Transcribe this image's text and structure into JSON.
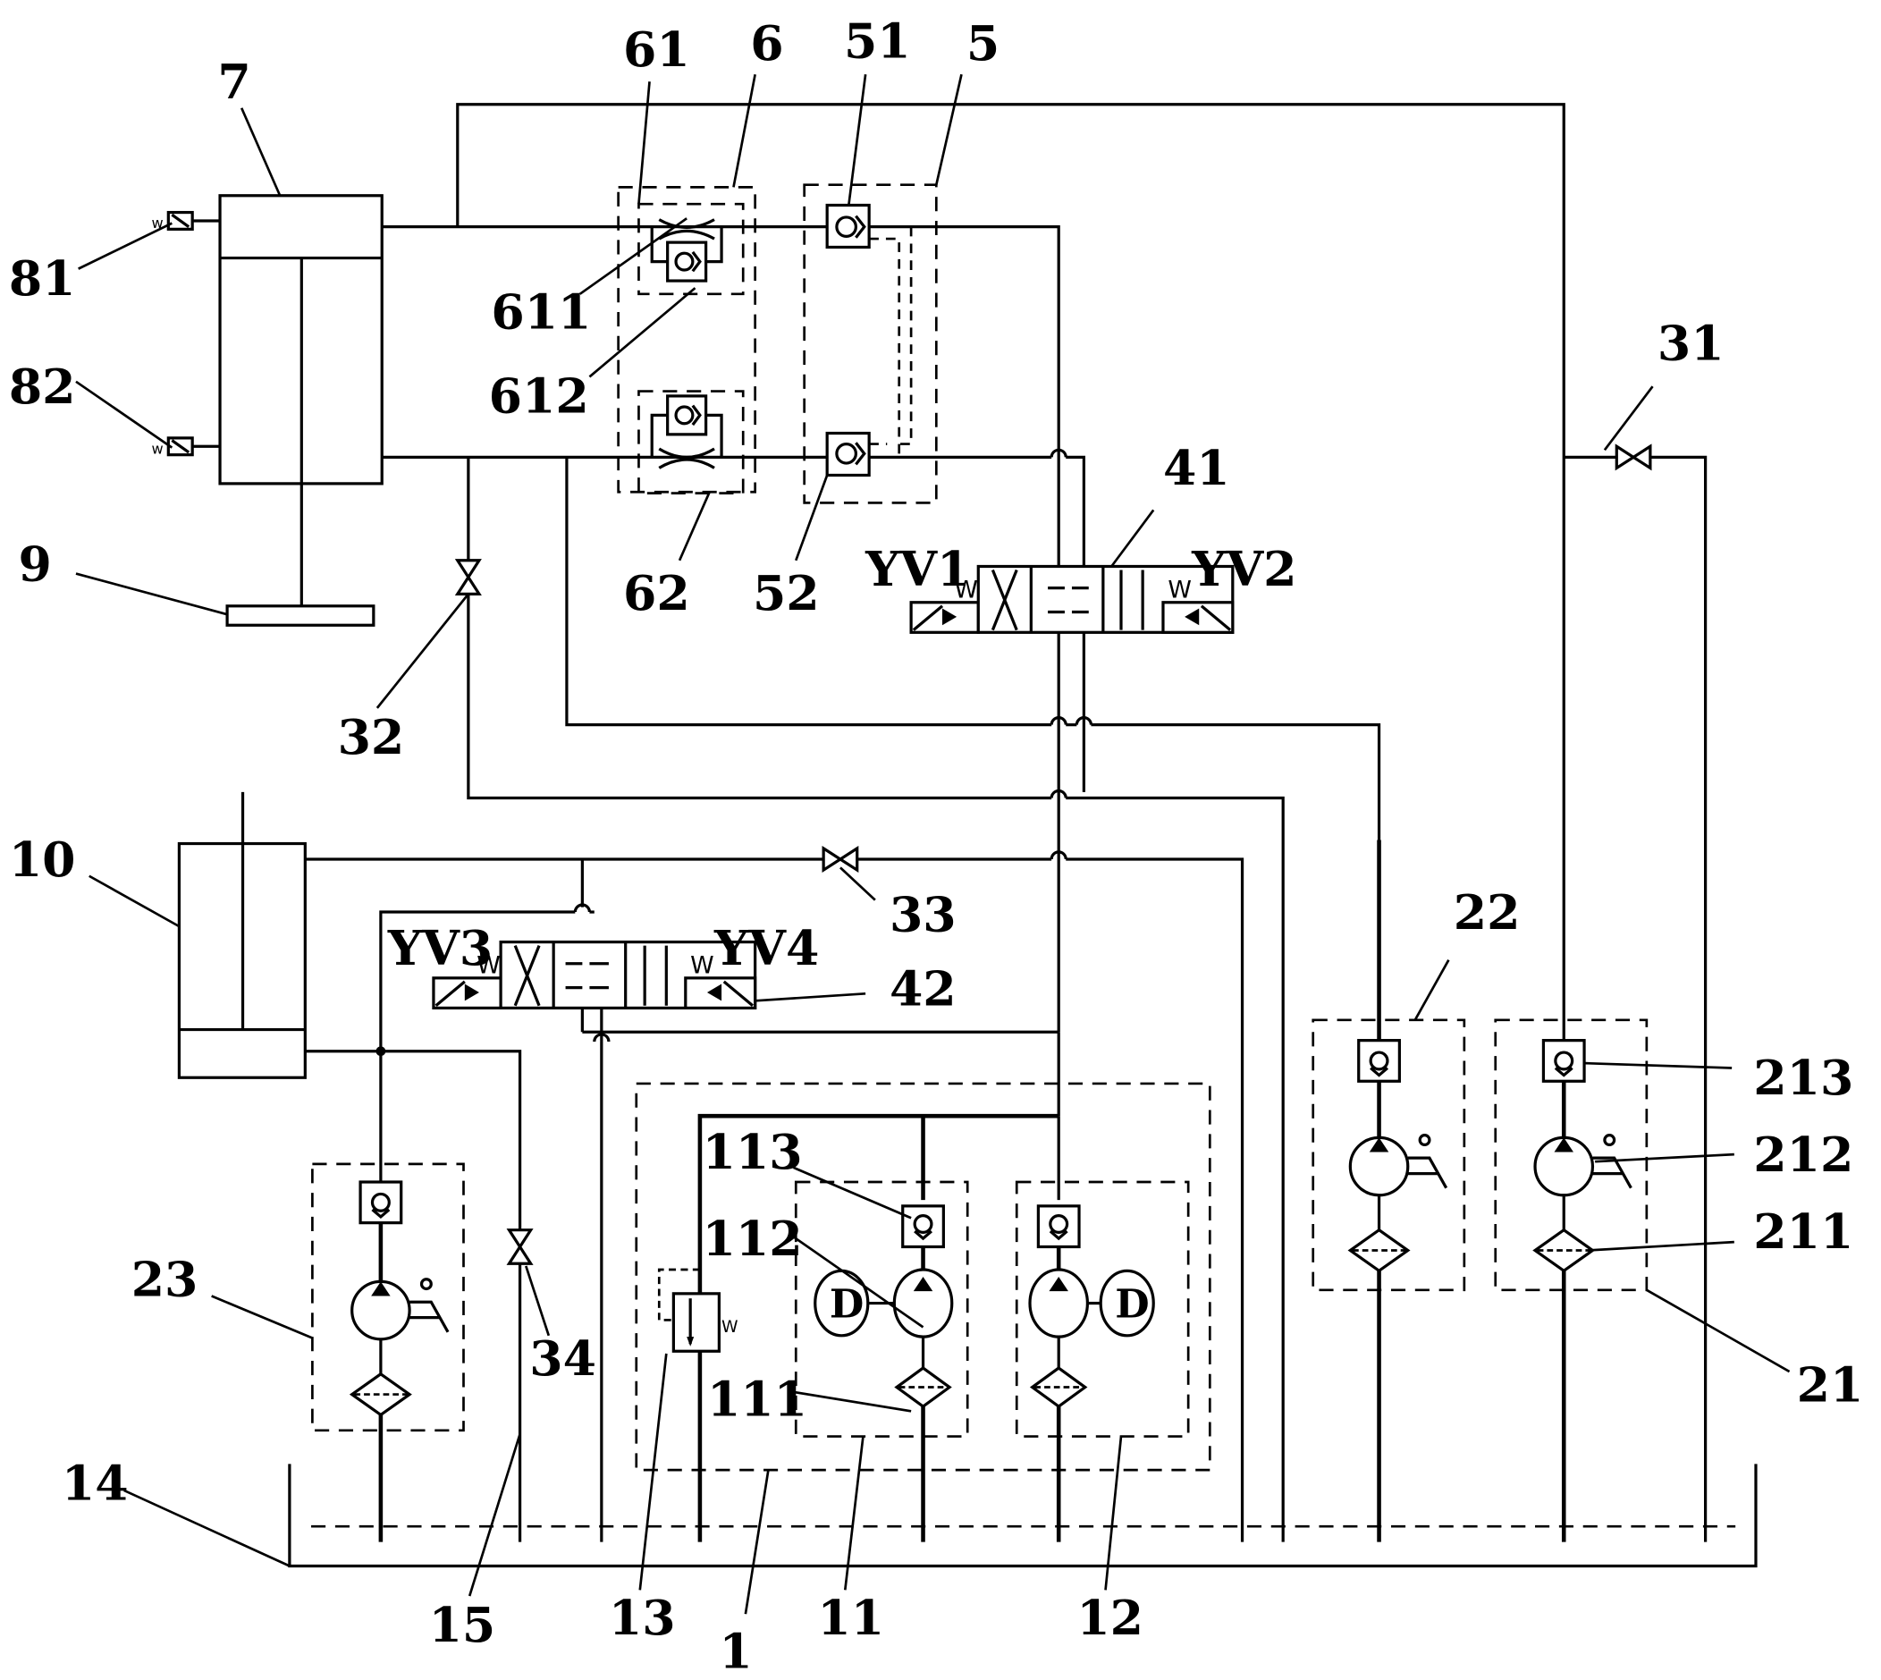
{
  "diagram": {
    "type": "hydraulic-schematic",
    "labels": {
      "l1": "1",
      "l5": "5",
      "l6": "6",
      "l7": "7",
      "l9": "9",
      "l10": "10",
      "l11": "11",
      "l12": "12",
      "l13": "13",
      "l14": "14",
      "l15": "15",
      "l21": "21",
      "l22": "22",
      "l23": "23",
      "l31": "31",
      "l32": "32",
      "l33": "33",
      "l34": "34",
      "l41": "41",
      "l42": "42",
      "l51": "51",
      "l52": "52",
      "l61": "61",
      "l62": "62",
      "l81": "81",
      "l82": "82",
      "l111": "111",
      "l112": "112",
      "l113": "113",
      "l211": "211",
      "l212": "212",
      "l213": "213",
      "l611": "611",
      "l612": "612"
    },
    "solenoids": {
      "yv1": "YV1",
      "yv2": "YV2",
      "yv3": "YV3",
      "yv4": "YV4"
    },
    "spring_mark": "W",
    "motor_mark": "D"
  }
}
